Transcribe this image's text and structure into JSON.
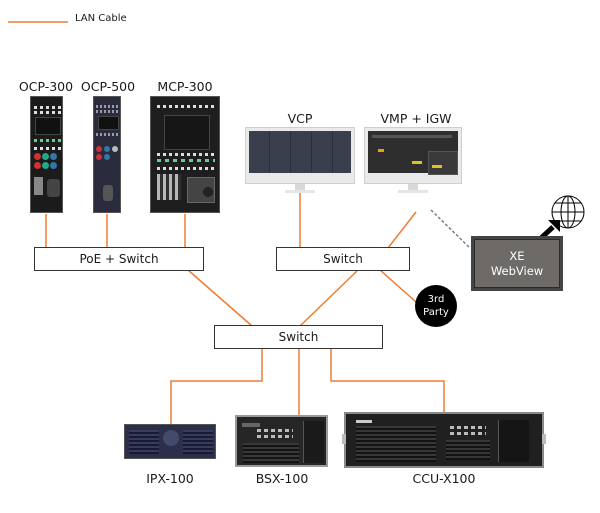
{
  "legend": {
    "items": [
      {
        "label": "LAN Cable",
        "color": "#ED7D31"
      }
    ]
  },
  "colors": {
    "lan_cable": "#ED7D31",
    "dashed_link": "#7f7f7f",
    "box_border": "#333333",
    "third_party_fill": "#000000",
    "xe_fill": "#6d6a67"
  },
  "devices": {
    "ocp300": {
      "label": "OCP-300"
    },
    "ocp500": {
      "label": "OCP-500"
    },
    "mcp300": {
      "label": "MCP-300"
    },
    "vcp": {
      "label": "VCP"
    },
    "vmp_igw": {
      "label": "VMP + IGW"
    },
    "xe_webview": {
      "line1": "XE",
      "line2": "WebView"
    },
    "third_party": {
      "line1": "3rd",
      "line2": "Party"
    },
    "ipx100": {
      "label": "IPX-100"
    },
    "bsx100": {
      "label": "BSX-100"
    },
    "ccux100": {
      "label": "CCU-X100"
    }
  },
  "switches": {
    "poe_switch": {
      "label": "PoE + Switch"
    },
    "upper_switch": {
      "label": "Switch"
    },
    "core_switch": {
      "label": "Switch"
    }
  },
  "icons": {
    "globe": "globe-icon",
    "arrow": "arrow-up-right-icon"
  }
}
